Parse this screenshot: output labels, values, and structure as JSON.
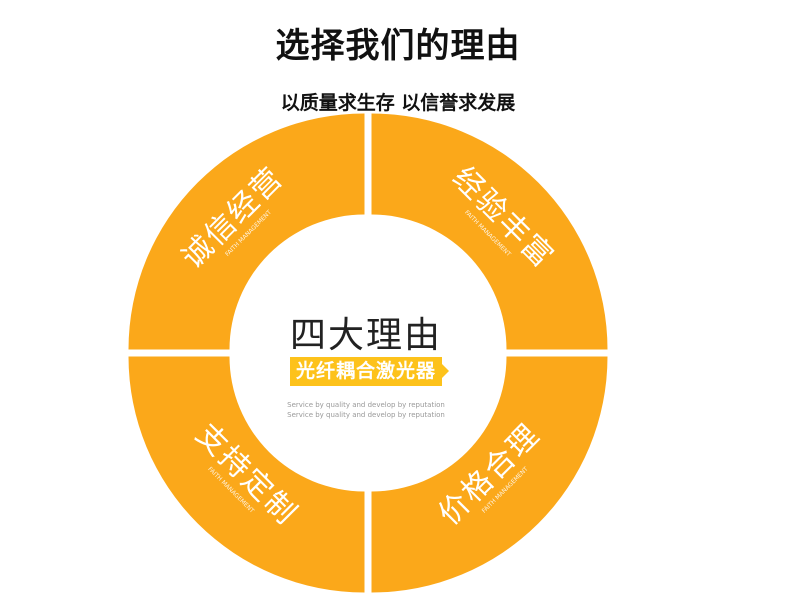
{
  "header": {
    "title": "选择我们的理由",
    "subtitle": "以质量求生存 以信誉求发展"
  },
  "colors": {
    "segment": "#fba81a",
    "tag": "#fdc21b",
    "gap": "#ffffff"
  },
  "segments": [
    {
      "label": "诚信经营",
      "sub": "FAITH MANAGEMENT"
    },
    {
      "label": "经验丰富",
      "sub": "FAITH MANAGEMENT"
    },
    {
      "label": "价格合理",
      "sub": "FAITH MANAGEMENT"
    },
    {
      "label": "支持定制",
      "sub": "FAITH MANAGEMENT"
    }
  ],
  "center": {
    "title": "四大理由",
    "tag": "光纤耦合激光器",
    "lines": [
      "Service by quality and develop by reputation",
      "Service by quality and develop by reputation"
    ]
  }
}
